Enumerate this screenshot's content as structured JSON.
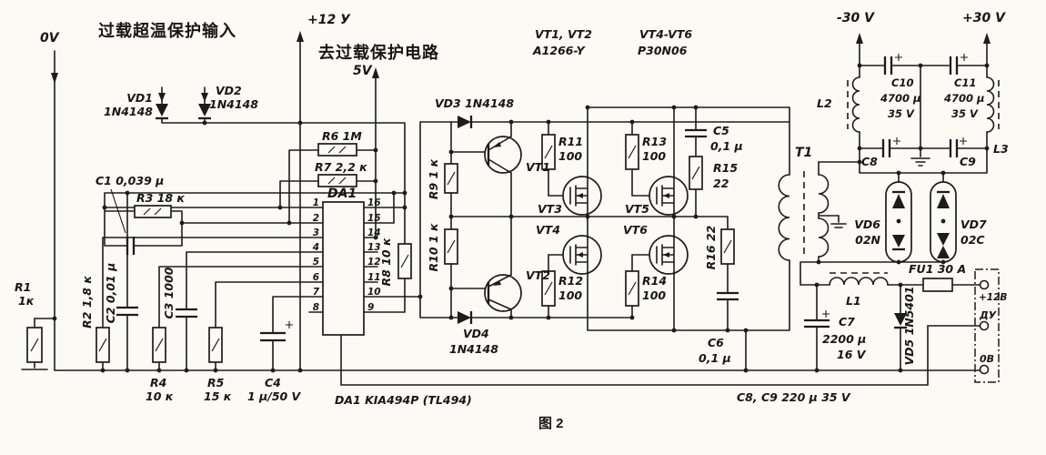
{
  "labels": {
    "zero_v": "0V",
    "overload_input": "过载超温保护输入",
    "to_protection": "去过载保护电路",
    "plus12": "+12 У",
    "five_v": "5V",
    "vt12_refs": "VT1, VT2",
    "vt12_type": "A1266-Y",
    "vt46_refs": "VT4-VT6",
    "vt46_type": "P30N06",
    "minus30": "-30 V",
    "plus30": "+30 V",
    "fig_caption": "图 2",
    "da1_note": "DA1  KIA494P (TL494)",
    "c8c9_note": "C8, C9  220 μ   35 V"
  },
  "terminals": {
    "t12": "+12В",
    "du": "ДУ",
    "t0": "0В"
  },
  "da1_pins": {
    "left": [
      "1",
      "2",
      "3",
      "4",
      "5",
      "6",
      "7",
      "8"
    ],
    "right": [
      "16",
      "15",
      "14",
      "13",
      "12",
      "11",
      "10",
      "9"
    ]
  },
  "c": {
    "VD1": {
      "r": "VD1",
      "v": "1N4148"
    },
    "VD2": {
      "r": "VD2",
      "v": "1N4148"
    },
    "VD3": {
      "rv": "VD3 1N4148"
    },
    "VD4": {
      "r": "VD4",
      "v": "1N4148"
    },
    "VD5": {
      "rv": "VD5 1N5401"
    },
    "VD6": {
      "r": "VD6",
      "v": "02N"
    },
    "VD7": {
      "r": "VD7",
      "v": "02C"
    },
    "R1": {
      "r": "R1",
      "v": "1к"
    },
    "R2": {
      "rv": "R2 1,8 к"
    },
    "R3": {
      "rv": "R3 18 к"
    },
    "R4": {
      "r": "R4",
      "v": "10 к"
    },
    "R5": {
      "r": "R5",
      "v": "15 к"
    },
    "R6": {
      "rv": "R6 1M"
    },
    "R7": {
      "rv": "R7 2,2 к"
    },
    "R8": {
      "rv": "R8 10 к"
    },
    "R9": {
      "rv": "R9 1 к"
    },
    "R10": {
      "rv": "R10 1 к"
    },
    "R11": {
      "r": "R11",
      "v": "100"
    },
    "R12": {
      "r": "R12",
      "v": "100"
    },
    "R13": {
      "r": "R13",
      "v": "100"
    },
    "R14": {
      "r": "R14",
      "v": "100"
    },
    "R15": {
      "r": "R15",
      "v": "22"
    },
    "R16": {
      "rv": "R16 22"
    },
    "C1": {
      "rv": "C1 0,039 μ"
    },
    "C2": {
      "rv": "C2 0,01 μ"
    },
    "C3": {
      "rv": "C3 1000"
    },
    "C4": {
      "r": "C4",
      "v": "1 μ/50 V"
    },
    "C5": {
      "r": "C5",
      "v": "0,1 μ"
    },
    "C6": {
      "r": "C6",
      "v": "0,1 μ"
    },
    "C7": {
      "r": "C7",
      "v": "2200 μ",
      "v2": "16 V"
    },
    "C8": {
      "r": "C8"
    },
    "C9": {
      "r": "C9"
    },
    "C10": {
      "r": "C10",
      "v": "4700 μ",
      "v2": "35 V"
    },
    "C11": {
      "r": "C11",
      "v": "4700 μ",
      "v2": "35 V"
    },
    "DA1": {
      "r": "DA1"
    },
    "T1": {
      "r": "T1"
    },
    "L1": {
      "r": "L1"
    },
    "L2": {
      "r": "L2"
    },
    "L3": {
      "r": "L3"
    },
    "FU1": {
      "rv": "FU1 30 A"
    },
    "VT1": {
      "r": "VT1"
    },
    "VT2": {
      "r": "VT2"
    },
    "VT3": {
      "r": "VT3"
    },
    "VT4": {
      "r": "VT4"
    },
    "VT5": {
      "r": "VT5"
    },
    "VT6": {
      "r": "VT6"
    }
  }
}
